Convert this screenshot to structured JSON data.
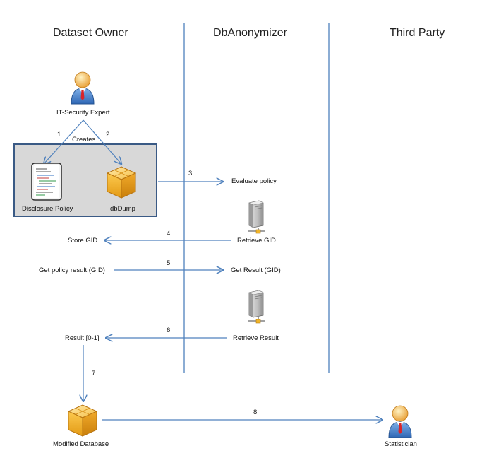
{
  "lanes": {
    "dataset_owner": "Dataset Owner",
    "anonymizer": "DbAnonymizer",
    "third_party": "Third Party"
  },
  "actors": {
    "expert": "IT-Security Expert",
    "statistician": "Statistician"
  },
  "labels": {
    "creates": "Creates",
    "disclosure_policy": "Disclosure Policy",
    "dbdump": "dbDump",
    "evaluate_policy": "Evaluate policy",
    "store_gid": "Store GID",
    "retrieve_gid": "Retrieve GID",
    "get_policy_result": "Get policy result (GID)",
    "get_result": "Get Result (GID)",
    "result": "Result [0-1]",
    "retrieve_result": "Retrieve Result",
    "modified_db": "Modified Database"
  },
  "steps": [
    "1",
    "2",
    "3",
    "4",
    "5",
    "6",
    "7",
    "8"
  ],
  "icons": {
    "person": "user-icon",
    "server": "server-icon",
    "database": "database-cube-icon",
    "document": "document-icon"
  },
  "colors": {
    "arrow": "#4f81bd",
    "lane_line": "#4f81bd",
    "box_border": "#3a5a85",
    "box_fill": "#d8d8d8",
    "cube": "#f6b626"
  }
}
